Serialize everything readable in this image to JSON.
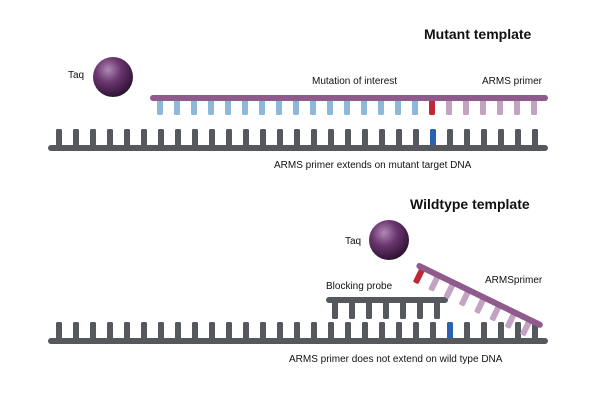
{
  "mutant": {
    "title": "Mutant template",
    "taq": "Taq",
    "mutation_label": "Mutation of interest",
    "primer_label": "ARMS primer",
    "caption": "ARMS primer extends on mutant target DNA"
  },
  "wildtype": {
    "title": "Wildtype template",
    "taq": "Taq",
    "primer_label": "ARMSprimer",
    "probe_label": "Blocking probe",
    "caption": "ARMS primer does not extend on wild type DNA"
  },
  "colors": {
    "backbone": "#55595e",
    "primer": "#8e5b8c",
    "extension": "#8fb8d8",
    "mutation_red": "#c0283a",
    "mutation_blue": "#2a62b0",
    "taq": "#5e2d62"
  }
}
